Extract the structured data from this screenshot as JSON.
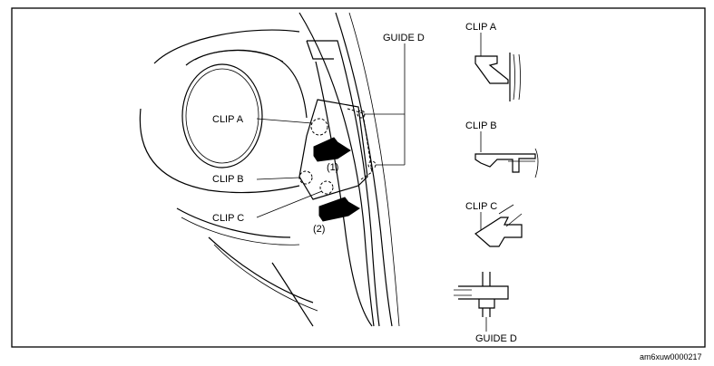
{
  "diagram": {
    "labels": {
      "clip_a": "CLIP A",
      "clip_b": "CLIP B",
      "clip_c": "CLIP C",
      "guide_d": "GUIDE D",
      "step_1": "(1)",
      "step_2": "(2)"
    },
    "details": {
      "clip_a": "CLIP A",
      "clip_b": "CLIP B",
      "clip_c": "CLIP C",
      "guide_d": "GUIDE D"
    },
    "figure_id": "am6xuw0000217"
  }
}
